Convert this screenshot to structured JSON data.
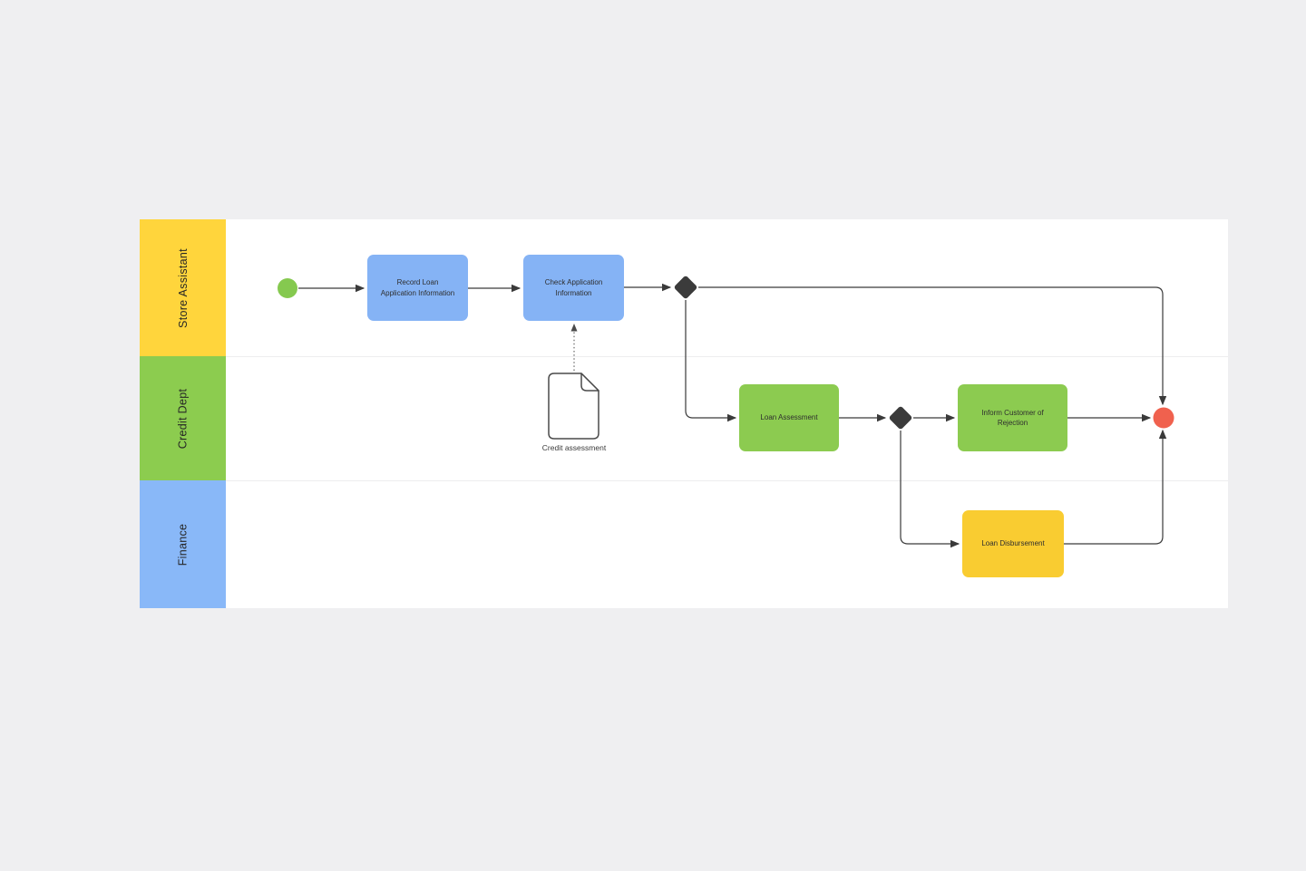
{
  "app": {
    "background_color": "#EFEFF1",
    "canvas_color": "#FFFFFF",
    "connector_color": "#3A3A3A",
    "text_color": "#2E2E2E"
  },
  "lanes": [
    {
      "label": "Store Assistant",
      "color": "#FFD53C"
    },
    {
      "label": "Credit Dept",
      "color": "#8CCC4F"
    },
    {
      "label": "Finance",
      "color": "#89B8F8"
    }
  ],
  "nodes": {
    "start_event": {
      "type": "start-event",
      "color": "#85C94F"
    },
    "record_loan": {
      "label": "Record Loan Application Information",
      "color": "#85B3F5"
    },
    "check_application": {
      "label": "Check Application Information",
      "color": "#85B3F5"
    },
    "gateway_1": {
      "type": "gateway",
      "color": "#3B3B3B"
    },
    "credit_assessment": {
      "label": "Credit assessment"
    },
    "loan_assessment": {
      "label": "Loan Assessment",
      "color": "#8CCB50"
    },
    "gateway_2": {
      "type": "gateway",
      "color": "#3B3B3B"
    },
    "inform_rejection": {
      "label": "Inform Customer of Rejection",
      "color": "#8CCB50"
    },
    "loan_disbursement": {
      "label": "Loan Disbursement",
      "color": "#F9CC31"
    },
    "end_event": {
      "type": "end-event",
      "color": "#F0614E"
    }
  }
}
